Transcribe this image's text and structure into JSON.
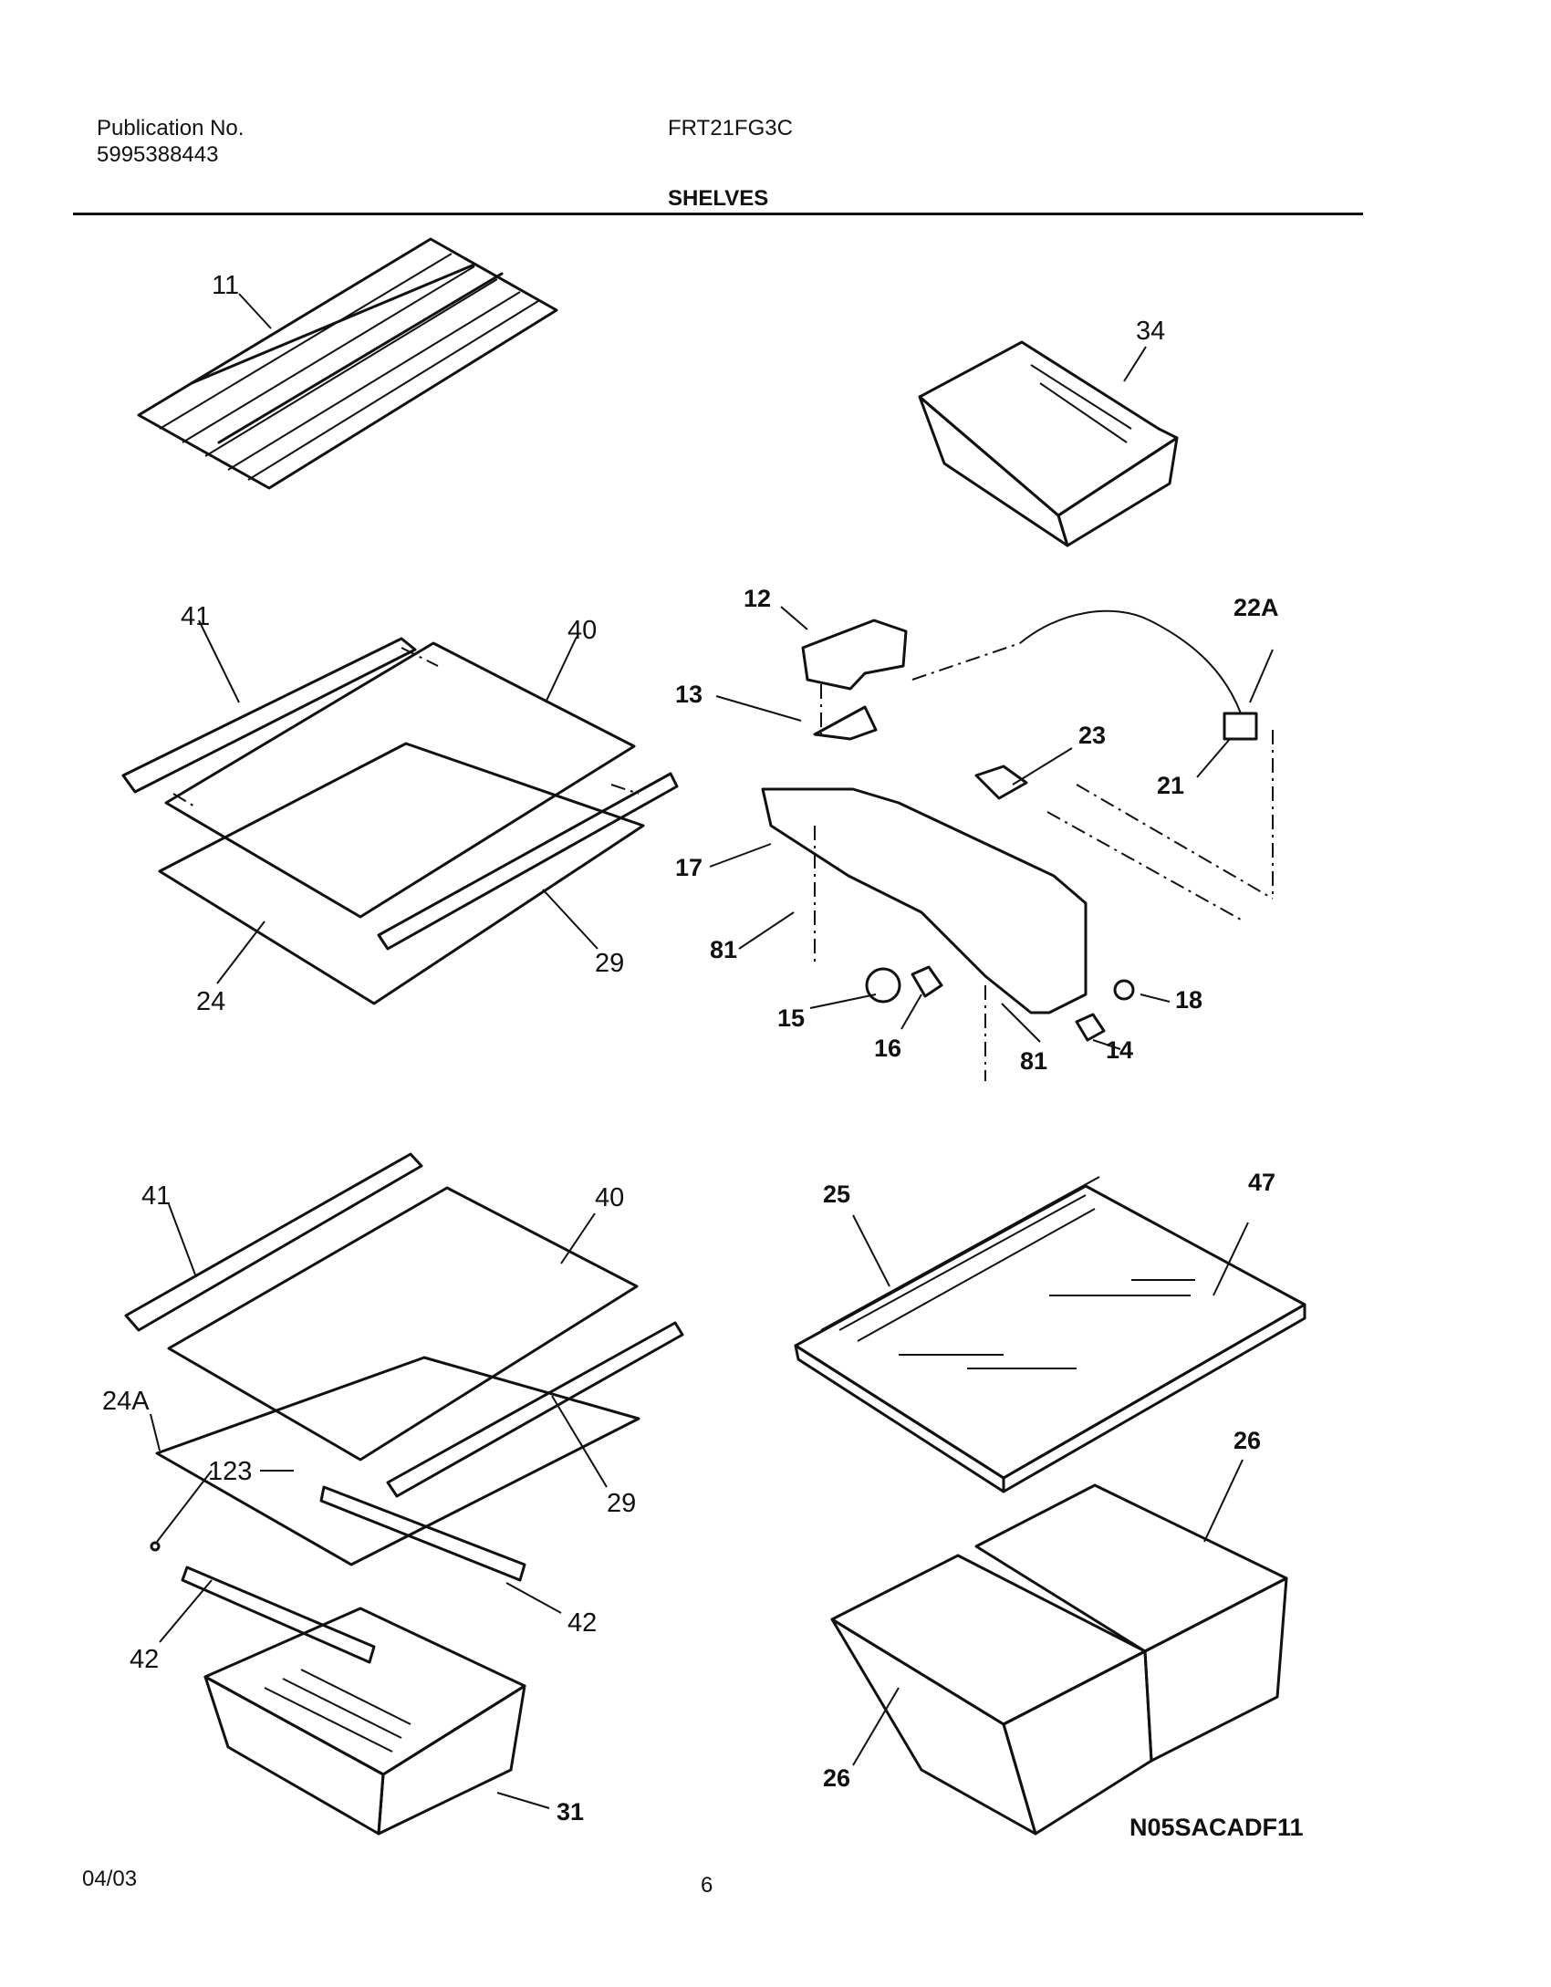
{
  "header": {
    "publication_label": "Publication No.",
    "publication_number": "5995388443",
    "model": "FRT21FG3C",
    "section_title": "SHELVES"
  },
  "callouts": {
    "c11": "11",
    "c34": "34",
    "c41a": "41",
    "c40a": "40",
    "c29a": "29",
    "c24": "24",
    "c12": "12",
    "c13": "13",
    "c17": "17",
    "c81a": "81",
    "c15": "15",
    "c16": "16",
    "c81b": "81",
    "c14": "14",
    "c18": "18",
    "c23": "23",
    "c21": "21",
    "c22A": "22A",
    "c41b": "41",
    "c40b": "40",
    "c24A": "24A",
    "c123": "123",
    "c29b": "29",
    "c42a": "42",
    "c42b": "42",
    "c31": "31",
    "c25": "25",
    "c47": "47",
    "c26a": "26",
    "c26b": "26"
  },
  "drawing_code": "N05SACADF11",
  "footer": {
    "date": "04/03",
    "page_number": "6"
  }
}
